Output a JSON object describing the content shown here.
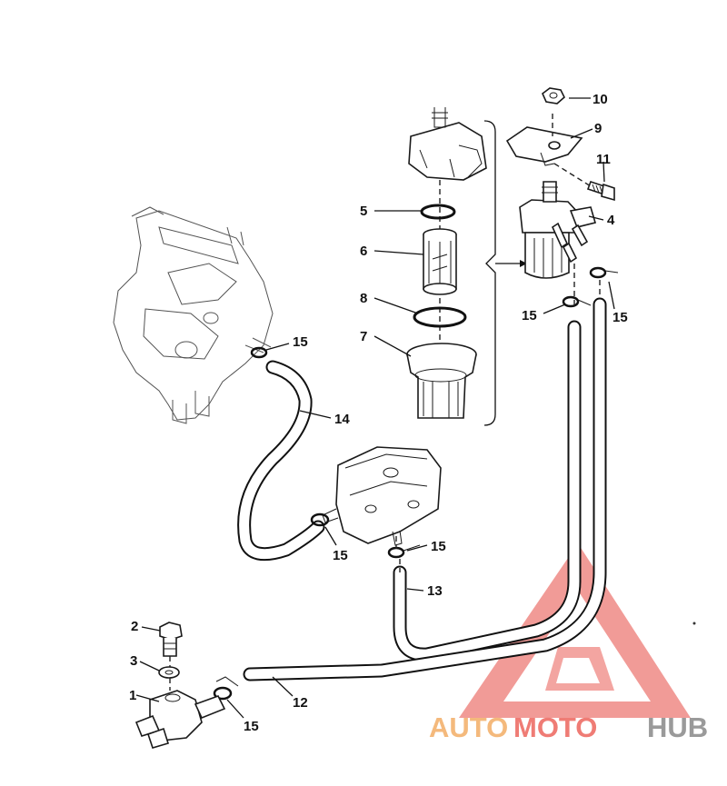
{
  "diagram": {
    "callouts": [
      {
        "id": "c1",
        "text": "1"
      },
      {
        "id": "c2",
        "text": "2"
      },
      {
        "id": "c3",
        "text": "3"
      },
      {
        "id": "c4",
        "text": "4"
      },
      {
        "id": "c5",
        "text": "5"
      },
      {
        "id": "c6",
        "text": "6"
      },
      {
        "id": "c7",
        "text": "7"
      },
      {
        "id": "c8",
        "text": "8"
      },
      {
        "id": "c9",
        "text": "9"
      },
      {
        "id": "c10",
        "text": "10"
      },
      {
        "id": "c11",
        "text": "11"
      },
      {
        "id": "c12",
        "text": "12"
      },
      {
        "id": "c13",
        "text": "13"
      },
      {
        "id": "c14",
        "text": "14"
      },
      {
        "id": "c15a",
        "text": "15"
      },
      {
        "id": "c15b",
        "text": "15"
      },
      {
        "id": "c15c",
        "text": "15"
      },
      {
        "id": "c15d",
        "text": "15"
      },
      {
        "id": "c15e",
        "text": "15"
      },
      {
        "id": "c15f",
        "text": "15"
      }
    ]
  },
  "watermark": {
    "auto": "AUTO",
    "moto": "MOTO",
    "hub": "HUB",
    "colors": {
      "triangle": "#ef8a85",
      "auto": "#f4b97c",
      "moto": "#ef7c75",
      "hub": "#9a9a9a"
    }
  }
}
